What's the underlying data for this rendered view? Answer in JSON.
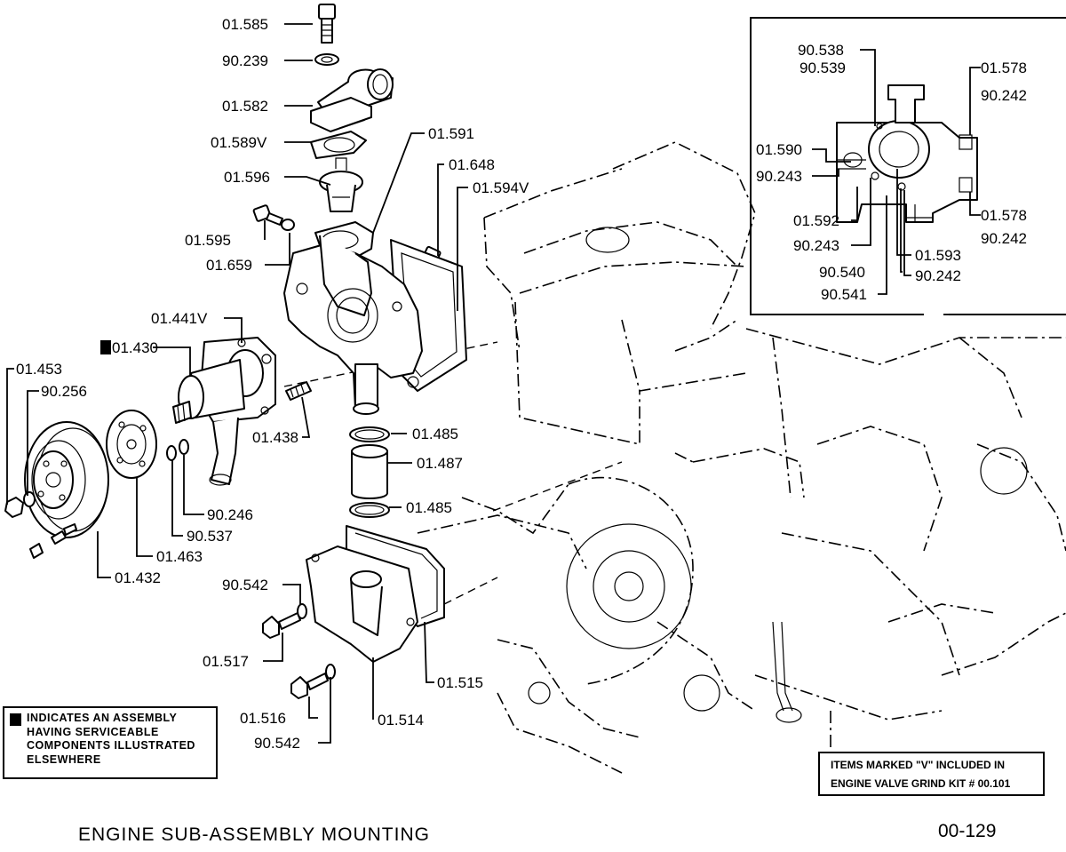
{
  "part_labels": {
    "p01_585": "01.585",
    "p90_239": "90.239",
    "p01_582": "01.582",
    "p01_589v": "01.589V",
    "p01_596": "01.596",
    "p01_591": "01.591",
    "p01_648": "01.648",
    "p01_594v": "01.594V",
    "p01_595": "01.595",
    "p01_659": "01.659",
    "p01_441v": "01.441V",
    "p01_430": "01.430",
    "p01_453": "01.453",
    "p90_256": "90.256",
    "p01_438": "01.438",
    "p01_485a": "01.485",
    "p01_487": "01.487",
    "p01_485b": "01.485",
    "p90_246": "90.246",
    "p90_537": "90.537",
    "p01_463": "01.463",
    "p01_432": "01.432",
    "p90_542a": "90.542",
    "p01_517": "01.517",
    "p01_515": "01.515",
    "p01_516": "01.516",
    "p01_514": "01.514",
    "p90_542b": "90.542"
  },
  "inset_labels": {
    "i90_538": "90.538",
    "i90_539": "90.539",
    "i01_578a": "01.578",
    "i90_242a": "90.242",
    "i01_590": "01.590",
    "i90_243a": "90.243",
    "i01_592": "01.592",
    "i90_243b": "90.243",
    "i01_578b": "01.578",
    "i90_242b": "90.242",
    "i01_593": "01.593",
    "i90_540": "90.540",
    "i90_242c": "90.242",
    "i90_541": "90.541"
  },
  "legend": {
    "text": "INDICATES AN ASSEMBLY\nHAVING SERVICEABLE\nCOMPONENTS ILLUSTRATED\nELSEWHERE"
  },
  "kit_note": {
    "line1": "ITEMS MARKED \"V\" INCLUDED IN",
    "line2": "ENGINE VALVE GRIND KIT # 00.101"
  },
  "caption": "ENGINE  SUB-ASSEMBLY  MOUNTING",
  "page_number": "00-129"
}
